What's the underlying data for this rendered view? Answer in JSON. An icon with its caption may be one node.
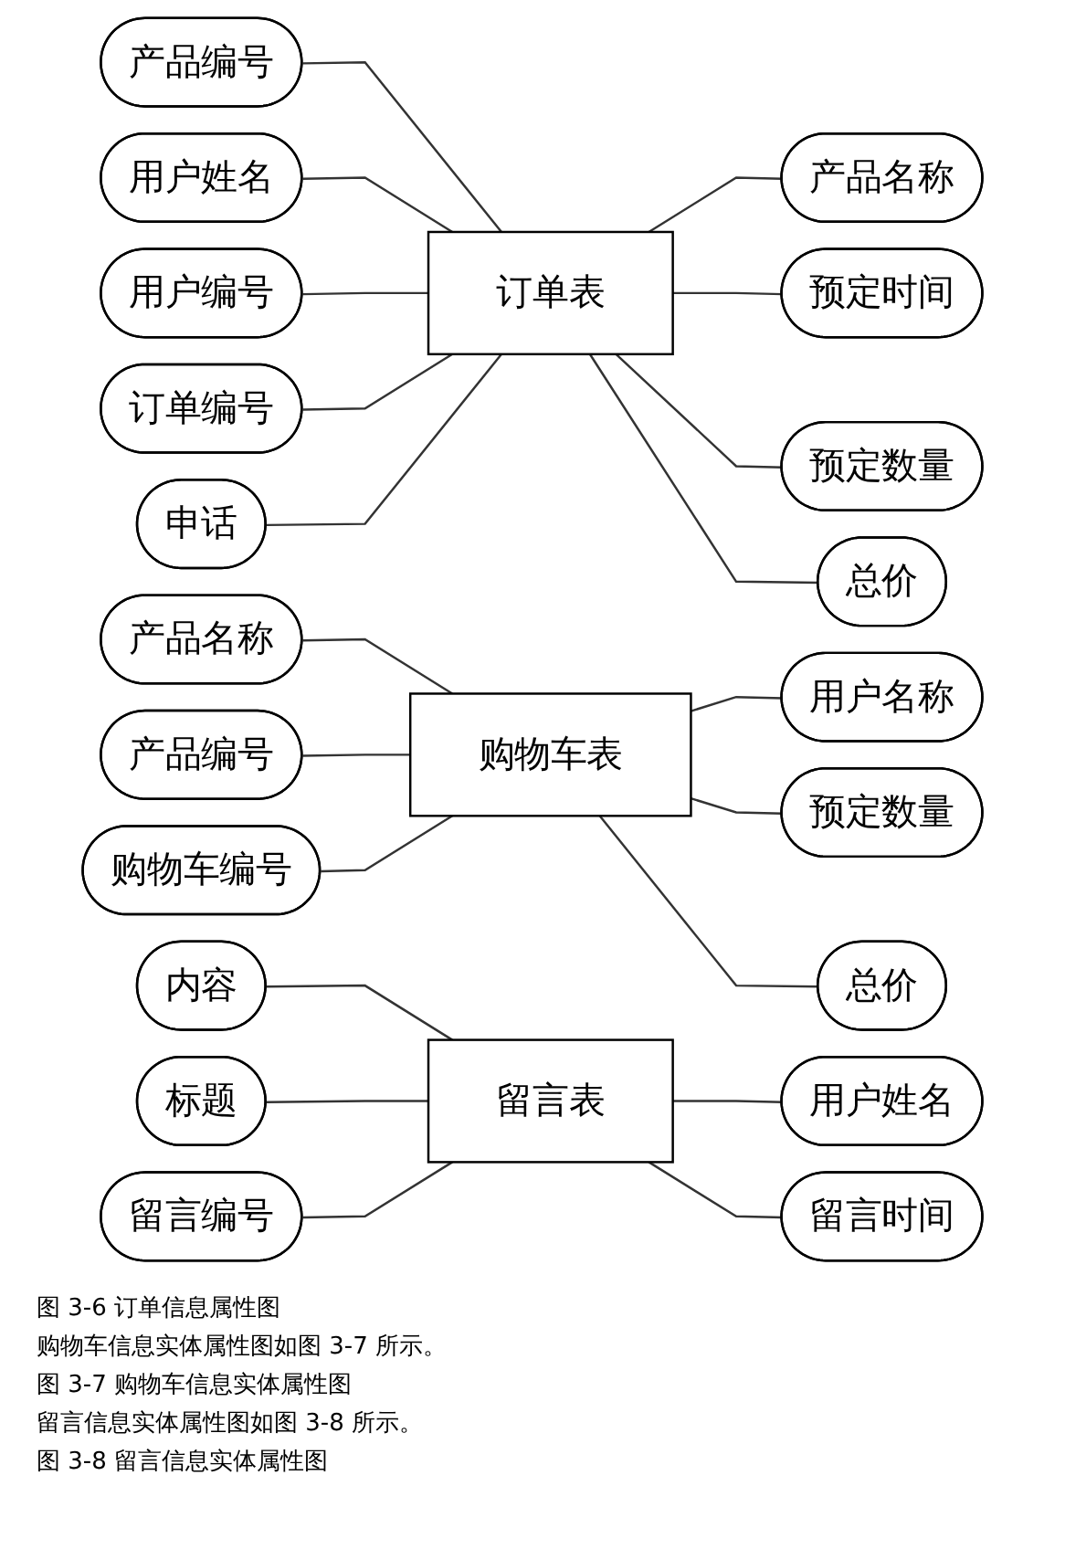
{
  "diagram": {
    "nodes": [
      {
        "text": [
          "订单表"
        ]
      },
      {
        "text": [
          "产品编号"
        ]
      },
      {
        "text": [
          "用户姓名"
        ]
      },
      {
        "text": [
          "用户编号"
        ]
      },
      {
        "text": [
          "产品名称"
        ]
      },
      {
        "text": [
          "订单编号"
        ]
      },
      {
        "text": [
          "预定时间"
        ]
      },
      {
        "text": [
          "申话"
        ]
      },
      {
        "text": [
          "预定数量"
        ]
      },
      {
        "text": [
          "总价"
        ]
      },
      {
        "text": [
          "购物车表"
        ]
      },
      {
        "text": [
          "产品名称"
        ]
      },
      {
        "text": [
          "用户名称"
        ]
      },
      {
        "text": [
          "产品编号"
        ]
      },
      {
        "text": [
          "预定数量"
        ]
      },
      {
        "text": [
          "购物车编号"
        ]
      },
      {
        "text": [
          "总价"
        ]
      },
      {
        "text": [
          "留言表"
        ]
      },
      {
        "text": [
          "内容"
        ]
      },
      {
        "text": [
          "用户姓名"
        ]
      },
      {
        "text": [
          "标题"
        ]
      },
      {
        "text": [
          "留言时间"
        ]
      },
      {
        "text": [
          "留言编号"
        ]
      }
    ],
    "edges": [
      {
        "from": 1,
        "to": 0,
        "arrow": "none"
      },
      {
        "from": 2,
        "to": 0,
        "arrow": "none"
      },
      {
        "from": 3,
        "to": 0,
        "arrow": "none"
      },
      {
        "from": 0,
        "to": 4,
        "arrow": "none"
      },
      {
        "from": 5,
        "to": 0,
        "arrow": "none"
      },
      {
        "from": 0,
        "to": 6,
        "arrow": "none"
      },
      {
        "from": 7,
        "to": 0,
        "arrow": "none"
      },
      {
        "from": 0,
        "to": 8,
        "arrow": "none"
      },
      {
        "from": 0,
        "to": 9,
        "arrow": "none"
      },
      {
        "from": 11,
        "to": 10,
        "arrow": "none"
      },
      {
        "from": 10,
        "to": 12,
        "arrow": "none"
      },
      {
        "from": 13,
        "to": 10,
        "arrow": "none"
      },
      {
        "from": 10,
        "to": 14,
        "arrow": "none"
      },
      {
        "from": 15,
        "to": 10,
        "arrow": "none"
      },
      {
        "from": 10,
        "to": 16,
        "arrow": "none"
      },
      {
        "from": 18,
        "to": 17,
        "arrow": "none"
      },
      {
        "from": 17,
        "to": 19,
        "arrow": "none"
      },
      {
        "from": 20,
        "to": 17,
        "arrow": "none"
      },
      {
        "from": 17,
        "to": 21,
        "arrow": "none"
      },
      {
        "from": 22,
        "to": 17,
        "arrow": "none"
      }
    ],
    "labels": [
      "图 3-6 订单信息属性图",
      "购物车信息实体属性图如图 3-7 所示。",
      "图 3-7 购物车信息实体属性图",
      "留言信息实体属性图如图 3-8 所示。",
      "图 3-8 留言信息实体属性图"
    ]
  }
}
